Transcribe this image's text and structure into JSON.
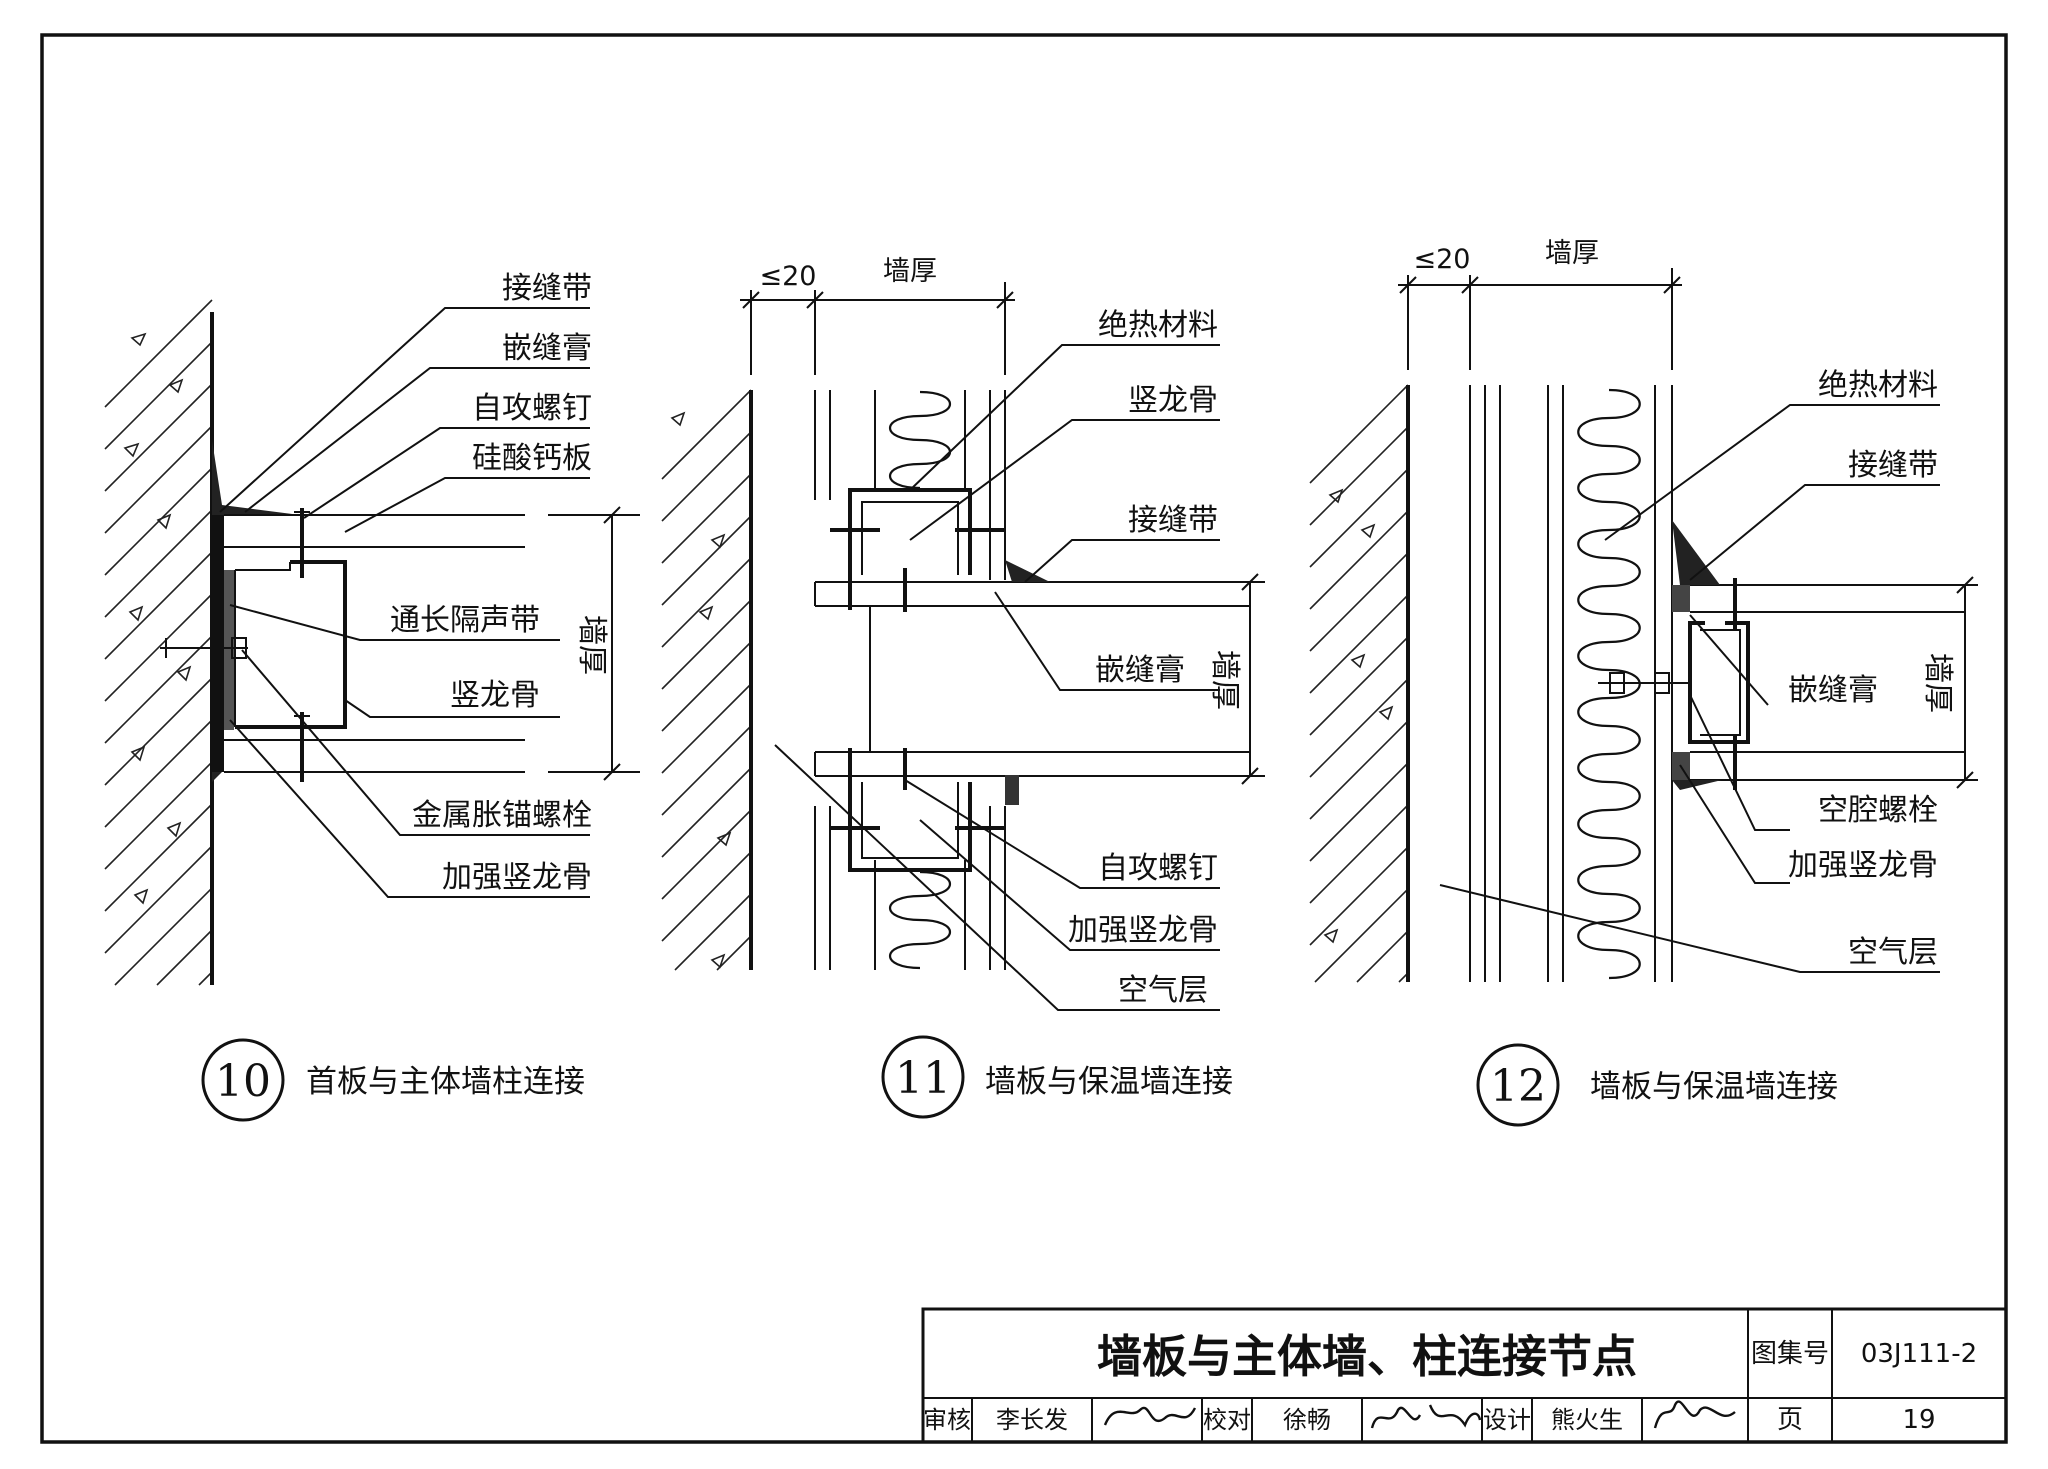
{
  "labels": {
    "d10": {
      "joint_tape": "接缝带",
      "joint_compound": "嵌缝膏",
      "self_tapping_screw": "自攻螺钉",
      "calcium_silicate_board": "硅酸钙板",
      "acoustic_strip": "通长隔声带",
      "vertical_stud": "竖龙骨",
      "metal_anchor_bolt": "金属胀锚螺栓",
      "reinforced_stud": "加强竖龙骨",
      "wall_thickness": "墙厚"
    },
    "d11": {
      "gap_dim": "≤20",
      "wall_thickness_top": "墙厚",
      "insulation": "绝热材料",
      "vertical_stud": "竖龙骨",
      "joint_tape": "接缝带",
      "joint_compound": "嵌缝膏",
      "wall_thickness": "墙厚",
      "self_tapping_screw": "自攻螺钉",
      "reinforced_stud": "加强竖龙骨",
      "air_layer": "空气层"
    },
    "d12": {
      "gap_dim": "≤20",
      "wall_thickness_top": "墙厚",
      "insulation": "绝热材料",
      "joint_tape": "接缝带",
      "joint_compound": "嵌缝膏",
      "wall_thickness": "墙厚",
      "cavity_bolt": "空腔螺栓",
      "reinforced_stud": "加强竖龙骨",
      "air_layer": "空气层"
    }
  },
  "details": [
    {
      "number": "10",
      "caption": "首板与主体墙柱连接"
    },
    {
      "number": "11",
      "caption": "墙板与保温墙连接"
    },
    {
      "number": "12",
      "caption": "墙板与保温墙连接"
    }
  ],
  "title_block": {
    "title": "墙板与主体墙、柱连接节点",
    "atlas_label": "图集号",
    "atlas_no": "03J111-2",
    "review_label": "审核",
    "reviewer": "李长发",
    "check_label": "校对",
    "checker": "徐畅",
    "design_label": "设计",
    "designer": "熊火生",
    "page_label": "页",
    "page_no": "19"
  }
}
